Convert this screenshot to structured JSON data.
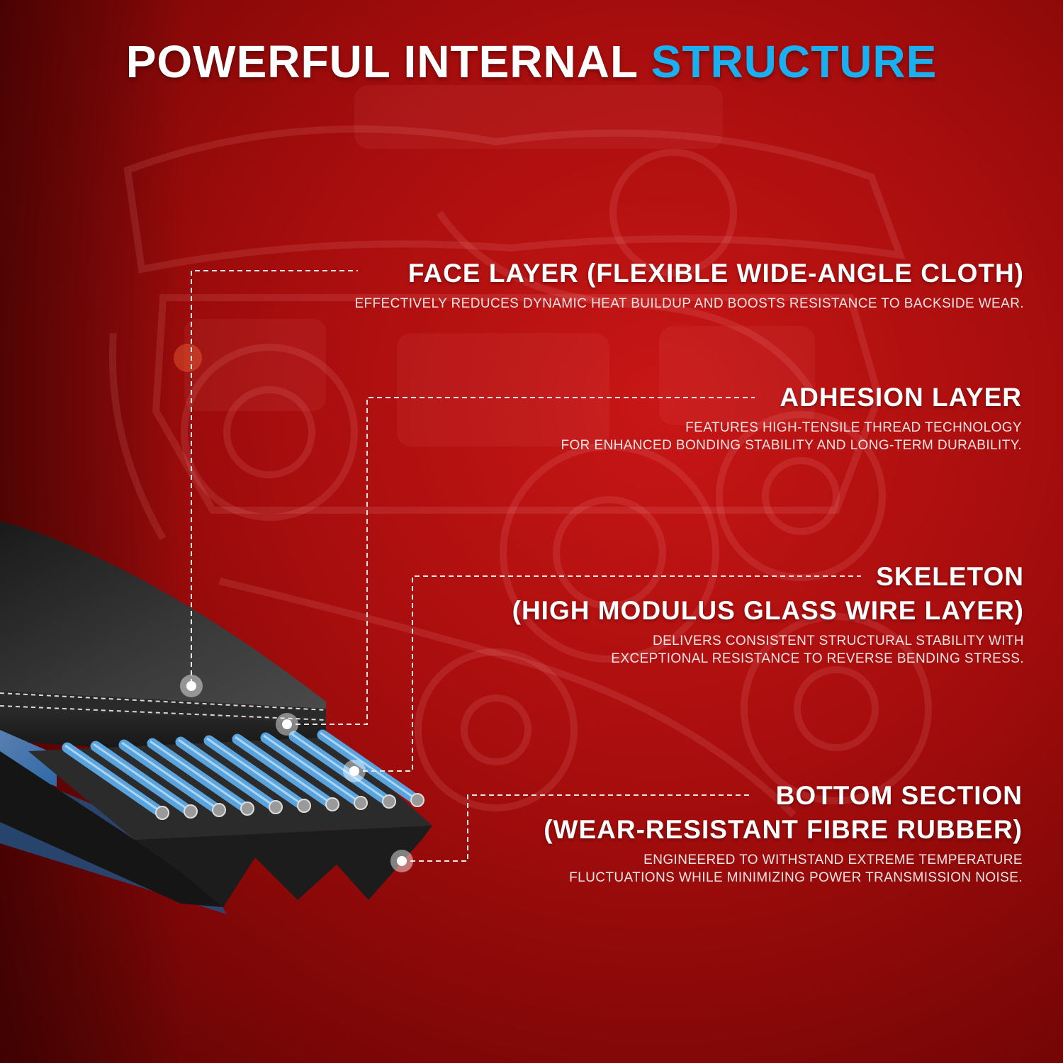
{
  "headline": {
    "main": "POWERFUL INTERNAL",
    "accent": "STRUCTURE"
  },
  "colors": {
    "accent": "#1ab0f0",
    "background": "#a60d0d",
    "text": "#ffffff"
  },
  "callouts": [
    {
      "title_lines": [
        "FACE LAYER (FLEXIBLE WIDE-ANGLE CLOTH)"
      ],
      "desc_lines": [
        "EFFECTIVELY REDUCES DYNAMIC HEAT BUILDUP AND BOOSTS RESISTANCE TO BACKSIDE WEAR."
      ]
    },
    {
      "title_lines": [
        "ADHESION LAYER"
      ],
      "desc_lines": [
        "FEATURES HIGH-TENSILE THREAD TECHNOLOGY",
        "FOR ENHANCED BONDING STABILITY AND LONG-TERM DURABILITY."
      ]
    },
    {
      "title_lines": [
        "SKELETON",
        "(HIGH MODULUS GLASS WIRE LAYER)"
      ],
      "desc_lines": [
        "DELIVERS CONSISTENT STRUCTURAL STABILITY WITH",
        "EXCEPTIONAL RESISTANCE TO REVERSE BENDING STRESS."
      ]
    },
    {
      "title_lines": [
        "BOTTOM SECTION",
        "(WEAR-RESISTANT FIBRE RUBBER)"
      ],
      "desc_lines": [
        "ENGINEERED TO WITHSTAND EXTREME TEMPERATURE",
        "FLUCTUATIONS WHILE MINIMIZING POWER TRANSMISSION NOISE."
      ]
    }
  ]
}
